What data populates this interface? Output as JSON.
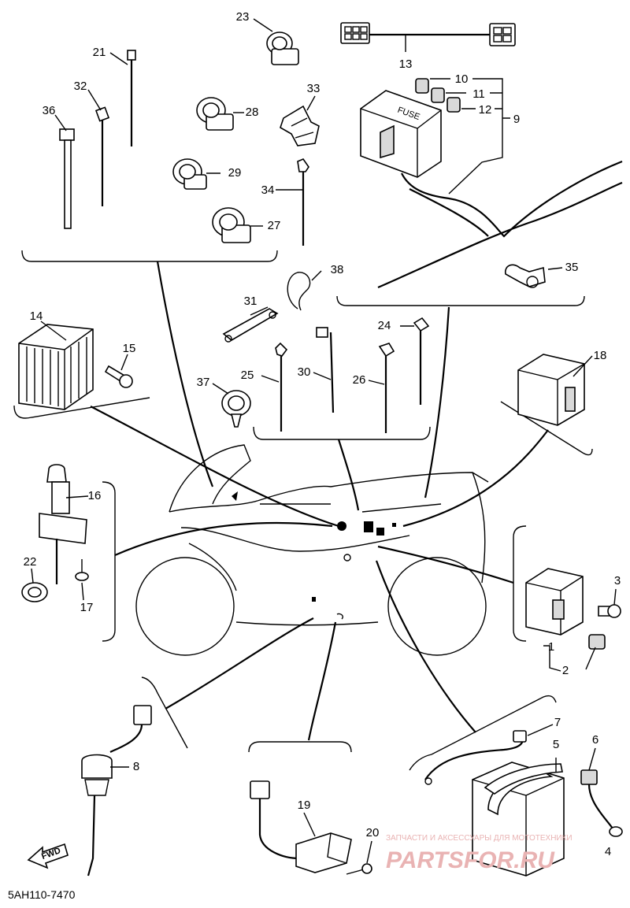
{
  "labels": [
    {
      "n": "1"
    },
    {
      "n": "2"
    },
    {
      "n": "3"
    },
    {
      "n": "4"
    },
    {
      "n": "5"
    },
    {
      "n": "6"
    },
    {
      "n": "7"
    },
    {
      "n": "8"
    },
    {
      "n": "9"
    },
    {
      "n": "10"
    },
    {
      "n": "11"
    },
    {
      "n": "12"
    },
    {
      "n": "13"
    },
    {
      "n": "14"
    },
    {
      "n": "15"
    },
    {
      "n": "16"
    },
    {
      "n": "17"
    },
    {
      "n": "18"
    },
    {
      "n": "19"
    },
    {
      "n": "20"
    },
    {
      "n": "21"
    },
    {
      "n": "22"
    },
    {
      "n": "23"
    },
    {
      "n": "24"
    },
    {
      "n": "25"
    },
    {
      "n": "26"
    },
    {
      "n": "27"
    },
    {
      "n": "28"
    },
    {
      "n": "29"
    },
    {
      "n": "30"
    },
    {
      "n": "31"
    },
    {
      "n": "32"
    },
    {
      "n": "33"
    },
    {
      "n": "34"
    },
    {
      "n": "35"
    },
    {
      "n": "36"
    },
    {
      "n": "37"
    },
    {
      "n": "38"
    }
  ],
  "fuse_box_text": "FUSE",
  "fwd_arrow_text": "FWD",
  "diagram_code": "5AH110-7470",
  "watermark": {
    "tagline": "ЗАПЧАСТИ И АКСЕССУАРЫ ДЛЯ МОТОТЕХНИКИ",
    "brand": "PARTSFOR.RU"
  }
}
